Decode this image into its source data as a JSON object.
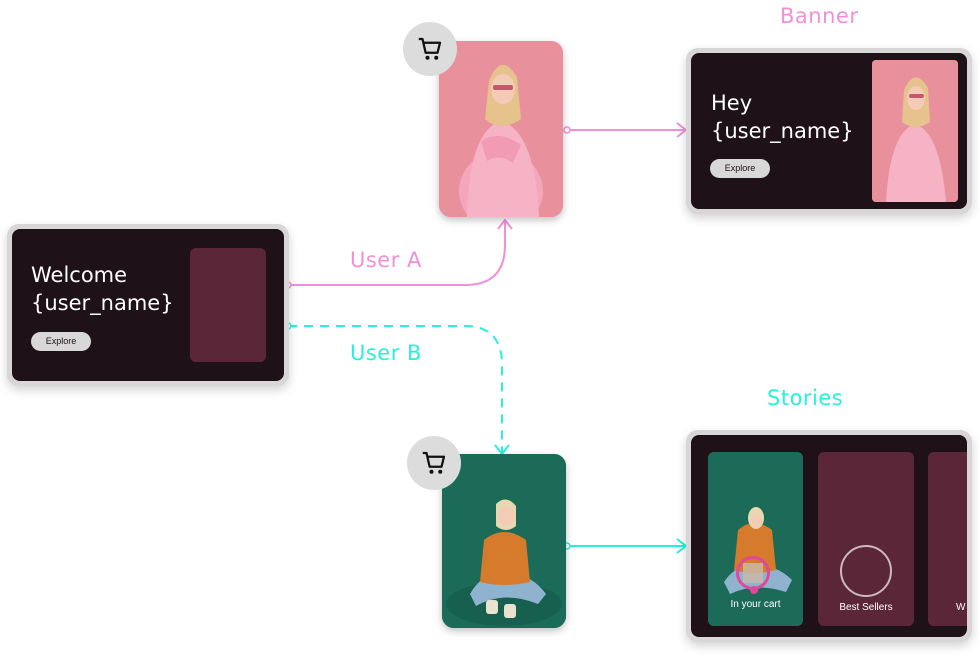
{
  "labels": {
    "banner": "Banner",
    "stories": "Stories",
    "user_a": "User A",
    "user_b": "User B"
  },
  "welcome_card": {
    "title": "Welcome\n{user_name}",
    "button": "Explore"
  },
  "banner_card": {
    "title": "Hey\n{user_name}",
    "button": "Explore"
  },
  "stories_card": {
    "items": [
      {
        "label": "In your cart"
      },
      {
        "label": "Best Sellers"
      },
      {
        "label": "W"
      }
    ]
  },
  "icons": {
    "cart_a": "shopping-cart-icon",
    "cart_b": "shopping-cart-icon"
  },
  "colors": {
    "card_bg": "#1e1117",
    "placeholder": "#5c2639",
    "pink_line": "#f28fd8",
    "cyan_line": "#27f0dd",
    "pink_photo": "#e8919c",
    "green_photo": "#1c6b58"
  }
}
